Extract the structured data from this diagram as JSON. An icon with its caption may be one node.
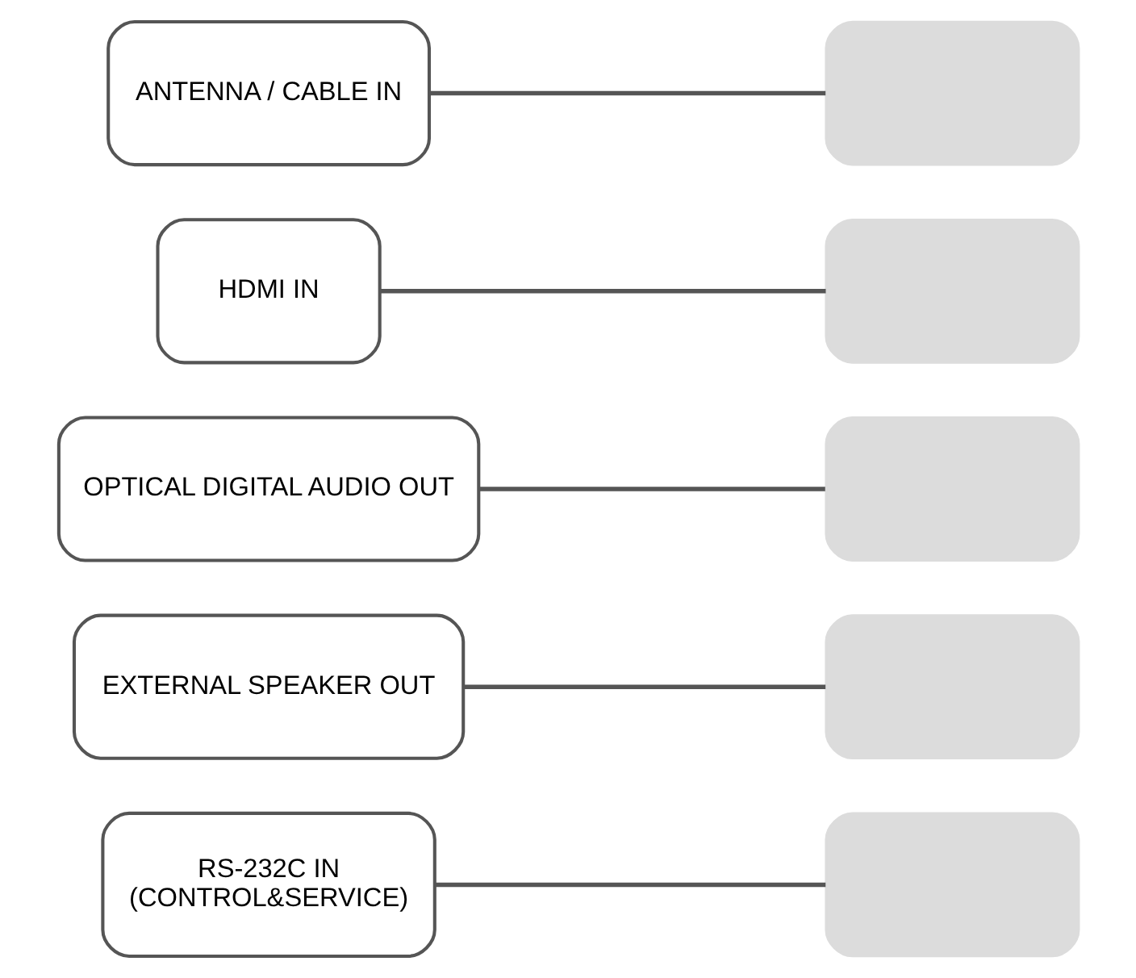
{
  "diagram": {
    "nodes": [
      {
        "text": [
          "ANTENNA / CABLE IN"
        ]
      },
      {
        "text": [],
        "shape": "box"
      },
      {
        "text": [
          "HDMI IN"
        ]
      },
      {
        "text": [],
        "shape": "box"
      },
      {
        "text": [
          "OPTICAL DIGITAL AUDIO OUT"
        ]
      },
      {
        "text": [],
        "shape": "box"
      },
      {
        "text": [
          "EXTERNAL SPEAKER OUT"
        ]
      },
      {
        "text": [],
        "shape": "box"
      },
      {
        "text": [
          "RS-232C IN",
          "(CONTROL&SERVICE)"
        ]
      },
      {
        "text": [],
        "shape": "box"
      }
    ],
    "edges": [
      {
        "from": 0,
        "to": 1,
        "arrow": "none"
      },
      {
        "from": 2,
        "to": 3,
        "arrow": "none"
      },
      {
        "from": 4,
        "to": 5,
        "arrow": "none"
      },
      {
        "from": 6,
        "to": 7,
        "arrow": "none"
      },
      {
        "from": 8,
        "to": 9,
        "arrow": "none"
      }
    ]
  }
}
